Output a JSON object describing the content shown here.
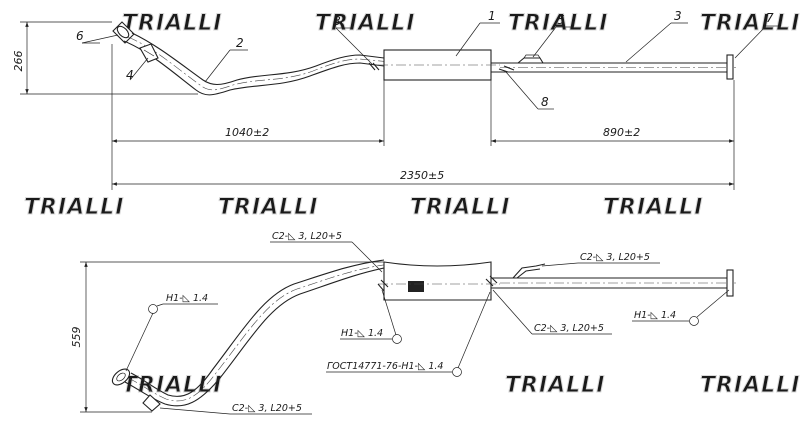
{
  "watermark": {
    "brand": "TRIALLI"
  },
  "top_view": {
    "dimensions": {
      "height": "266",
      "front_section": "1040±2",
      "rear_section": "890±2",
      "overall": "2350±5"
    },
    "callouts": {
      "muffler": "1",
      "front_pipe": "2",
      "tail_pipe": "3",
      "bracket": "4",
      "hanger": "5",
      "front_flange": "6",
      "rear_flange": "7",
      "weld_front": "8",
      "weld_rear": "8"
    }
  },
  "bottom_view": {
    "dimensions": {
      "height": "559"
    },
    "weld_notes": {
      "muffler_inlet_top": "C2-◺ 3, L20+5",
      "hanger_weld": "C2-◺ 3, L20+5",
      "muffler_outlet": "C2-◺ 3, L20+5",
      "bracket_weld": "C2-◺ 3, L20+5",
      "front_flange": "H1-◺ 1.4",
      "inlet_flange": "H1-◺ 1.4",
      "rear_flange": "H1-◺ 1.4",
      "gost": "ГОСТ14771-76-H1-◺ 1.4"
    }
  }
}
